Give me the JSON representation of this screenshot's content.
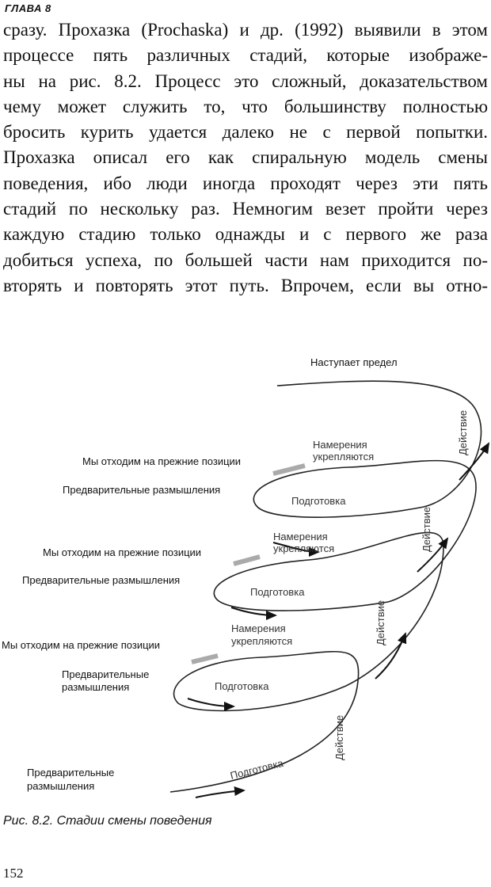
{
  "header": "ГЛАВА 8",
  "paragraph_lines": [
    "сразу. Прохазка (Prochaska) и др. (1992) выявили в этом",
    "процессе пять различных стадий, которые изображе-",
    "ны на рис. 8.2. Процесс это сложный, доказательством",
    "чему может служить то, что большинству полностью",
    "бросить курить удается далеко не с первой попытки.",
    "Прохазка описал его как спиральную модель смены",
    "поведения, ибо люди иногда проходят через эти пять",
    "стадий по нескольку раз. Немногим везет пройти через",
    "каждую стадию только однажды и с первого же раза",
    "добиться успеха, по большей части нам приходится по-",
    "вторять и повторять этот путь. Впрочем, если вы отно-"
  ],
  "diagram": {
    "top": "Наступает предел",
    "action": "Действие",
    "intentions_1": "Намерения",
    "intentions_2": "укрепляются",
    "relapse": "Мы отходим на прежние позиции",
    "precontemplation": "Предварительные размышления",
    "precontemplation_1": "Предварительные",
    "precontemplation_2": "размышления",
    "preparation": "Подготовка"
  },
  "caption": "Рис. 8.2. Стадии смены поведения",
  "page_number": "152"
}
